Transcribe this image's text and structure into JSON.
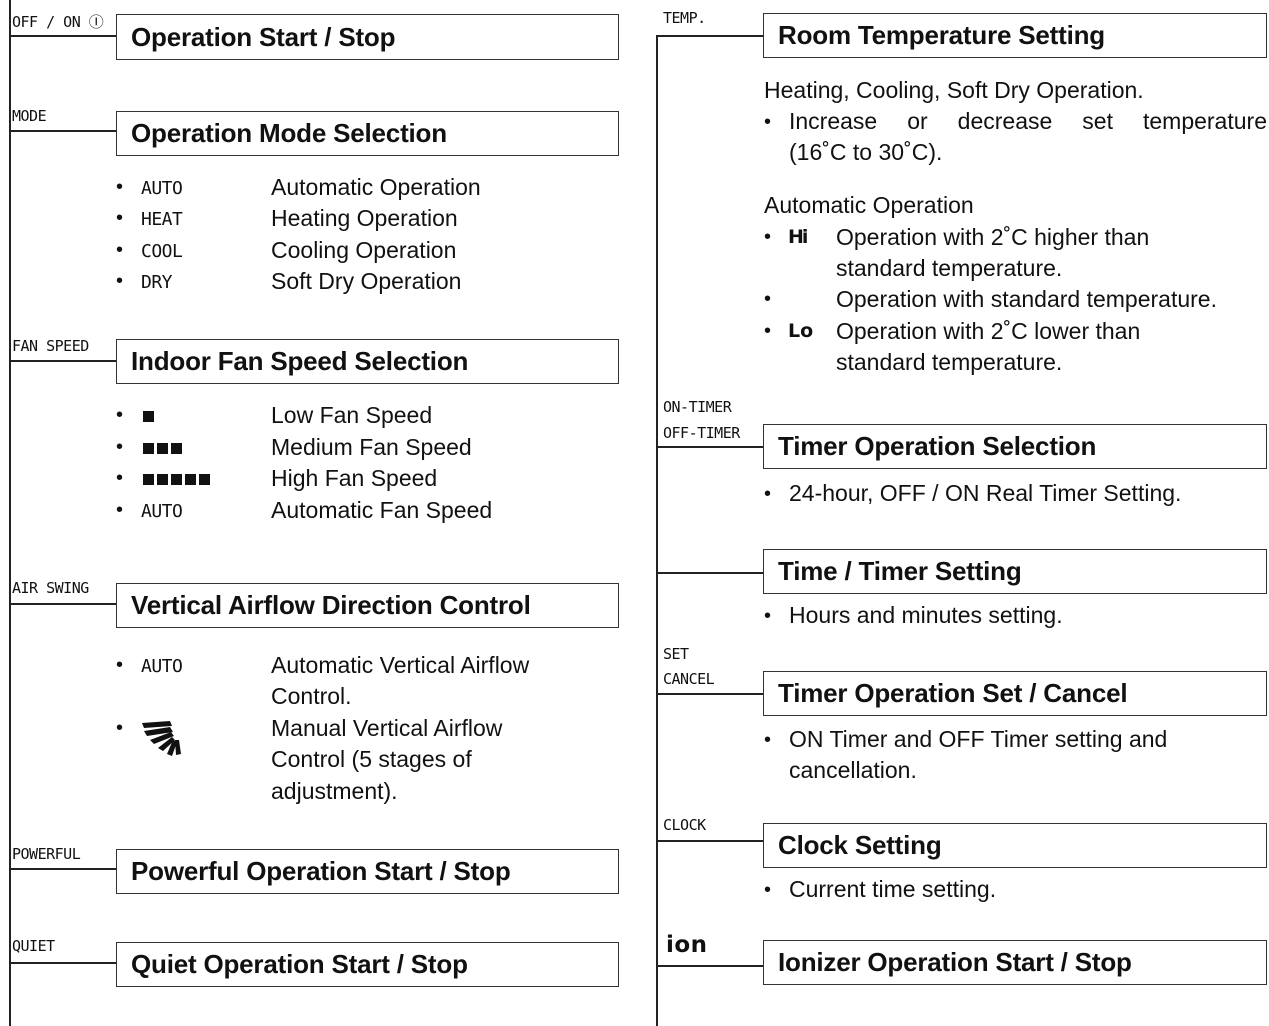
{
  "left": {
    "onoff": {
      "label": "OFF / ON Ⓘ",
      "title": "Operation Start / Stop"
    },
    "mode": {
      "label": "MODE",
      "title": "Operation Mode Selection",
      "items": [
        {
          "code": "AUTO",
          "desc": "Automatic Operation"
        },
        {
          "code": "HEAT",
          "desc": "Heating Operation"
        },
        {
          "code": "COOL",
          "desc": "Cooling Operation"
        },
        {
          "code": "DRY",
          "desc": "Soft Dry Operation"
        }
      ]
    },
    "fan": {
      "label": "FAN SPEED",
      "title": "Indoor Fan Speed Selection",
      "items": [
        {
          "icon": "fan-low-icon",
          "desc": "Low Fan Speed"
        },
        {
          "icon": "fan-medium-icon",
          "desc": "Medium Fan Speed"
        },
        {
          "icon": "fan-high-icon",
          "desc": "High Fan Speed"
        },
        {
          "code": "AUTO",
          "desc": "Automatic Fan Speed"
        }
      ]
    },
    "swing": {
      "label": "AIR SWING",
      "title": "Vertical Airflow Direction Control",
      "items": [
        {
          "code": "AUTO",
          "desc_lines": [
            "Automatic Vertical Airflow",
            "Control."
          ]
        },
        {
          "icon": "airflow-louver-icon",
          "desc_lines": [
            "Manual Vertical Airflow",
            "Control (5 stages of",
            "adjustment)."
          ]
        }
      ]
    },
    "powerful": {
      "label": "POWERFUL",
      "title": "Powerful Operation Start / Stop"
    },
    "quiet": {
      "label": "QUIET",
      "title": "Quiet Operation Start / Stop"
    }
  },
  "right": {
    "temp": {
      "label": "TEMP.",
      "title": "Room Temperature Setting",
      "intro": "Heating, Cooling, Soft Dry Operation.",
      "bullet_lines": [
        "Increase or decrease set temperature",
        "(16˚C to 30˚C)."
      ],
      "auto_heading": "Automatic Operation",
      "auto_items": [
        {
          "symbol": "Hi",
          "lines": [
            "Operation with 2˚C higher than",
            "standard temperature."
          ]
        },
        {
          "symbol": "",
          "lines": [
            "Operation with standard temperature."
          ]
        },
        {
          "symbol": "Lo",
          "lines": [
            "Operation with 2˚C lower than",
            "standard temperature."
          ]
        }
      ]
    },
    "timer": {
      "label_on": "ON-TIMER",
      "label_off": "OFF-TIMER",
      "title": "Timer Operation Selection",
      "bullet": "24-hour, OFF / ON Real Timer Setting."
    },
    "time": {
      "title": "Time / Timer Setting",
      "bullet": "Hours and minutes setting."
    },
    "setcancel": {
      "label_set": "SET",
      "label_cancel": "CANCEL",
      "title": "Timer Operation Set / Cancel",
      "bullet_lines": [
        "ON Timer and OFF Timer setting and",
        "cancellation."
      ]
    },
    "clock": {
      "label": "CLOCK",
      "title": "Clock Setting",
      "bullet": "Current time setting."
    },
    "ion": {
      "label": "ion",
      "title": "Ionizer Operation Start / Stop"
    }
  }
}
